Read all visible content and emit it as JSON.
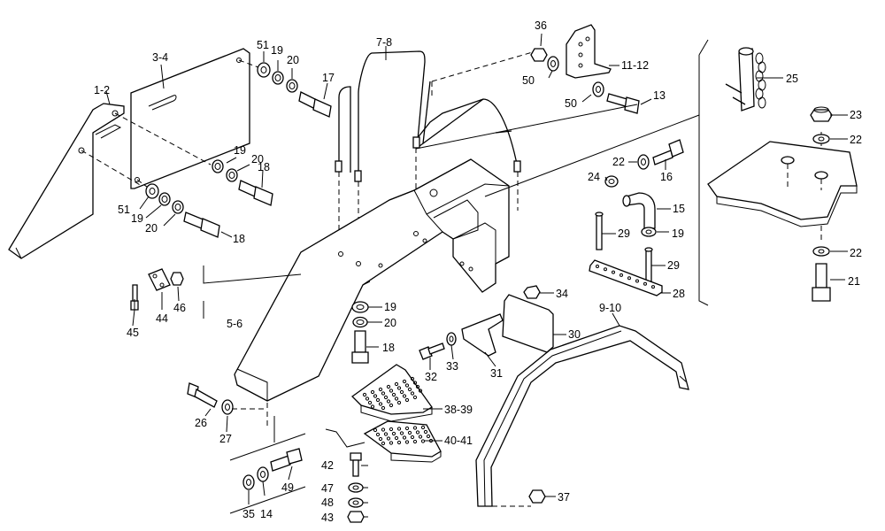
{
  "labels": {
    "l_1_2": "1-2",
    "l_3_4": "3-4",
    "l_5_6": "5-6",
    "l_7_8": "7-8",
    "l_9_10": "9-10",
    "l_11_12": "11-12",
    "l_13": "13",
    "l_14": "14",
    "l_15": "15",
    "l_16": "16",
    "l_17": "17",
    "l_18a": "18",
    "l_18b": "18",
    "l_18c": "18",
    "l_19a": "19",
    "l_19b": "19",
    "l_19c": "19",
    "l_19d": "19",
    "l_19e": "19",
    "l_20a": "20",
    "l_20b": "20",
    "l_20c": "20",
    "l_20d": "20",
    "l_21": "21",
    "l_22a": "22",
    "l_22b": "22",
    "l_22c": "22",
    "l_23": "23",
    "l_24": "24",
    "l_25": "25",
    "l_26": "26",
    "l_27": "27",
    "l_28": "28",
    "l_29a": "29",
    "l_29b": "29",
    "l_30": "30",
    "l_31": "31",
    "l_32": "32",
    "l_33": "33",
    "l_34": "34",
    "l_35": "35",
    "l_36": "36",
    "l_37": "37",
    "l_38_39": "38-39",
    "l_40_41": "40-41",
    "l_42": "42",
    "l_43": "43",
    "l_44": "44",
    "l_45": "45",
    "l_46": "46",
    "l_47": "47",
    "l_48": "48",
    "l_49": "49",
    "l_50a": "50",
    "l_50b": "50",
    "l_51a": "51",
    "l_51b": "51"
  }
}
